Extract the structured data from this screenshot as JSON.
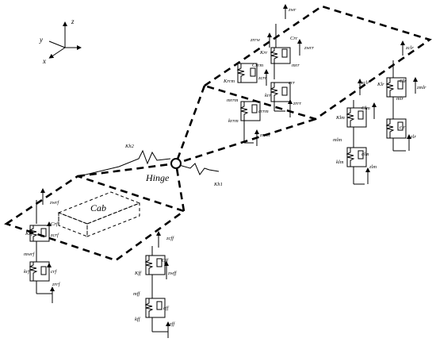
{
  "axes": {
    "z": "z",
    "y": "y",
    "x": "x"
  },
  "hinge_label": "Hinge",
  "cab_label": "Cab",
  "hinge_springs": {
    "kh2": "Kh2",
    "kh1": "Kh1"
  },
  "front_left_suspension": {
    "z_top": "zwrf",
    "z_seat": "zcrf",
    "k_top": "Krf",
    "c_top": "Crf",
    "mass": "mwrf",
    "k_bottom": "krf",
    "c_bottom": "crf",
    "z_mid": "zwrf",
    "z_road": "zrrf"
  },
  "front_right_suspension": {
    "z_top": "zcff",
    "c_top": "Cff",
    "k_top": "Kff",
    "z_seat": "zwff",
    "mass": "mff",
    "c_bottom": "cff",
    "k_bottom": "kff",
    "z_road": "zff"
  },
  "rear_left_suspension": {
    "z_top1": "zwr",
    "z_top2": "zrrw",
    "c_top": "Crr",
    "k_top": "Krr",
    "z_seat": "zwrr",
    "k_rm": "Krrm",
    "c_rm": "Crrm",
    "m_rr": "mrr",
    "z_crr": "zcrr",
    "k_rr": "krr",
    "c_rr": "crr",
    "z_rrr": "zrrr",
    "m_rrm": "mrrm",
    "k_rrm": "krrm",
    "c_rrm": "crrm",
    "z_rrm": "zrrm"
  },
  "rear_right_suspension": {
    "z_top": "zclr",
    "k_top": "Klr",
    "c_top": "Clr",
    "m_lr": "mlr",
    "z_mid": "zmlr",
    "c_lr": "clr",
    "z_lr": "zlr",
    "k_lm": "Klm",
    "c_lm": "Clm",
    "m_lm": "mlm",
    "c_lm2": "clm",
    "k_lm2": "klm",
    "z_lm": "zlm"
  }
}
